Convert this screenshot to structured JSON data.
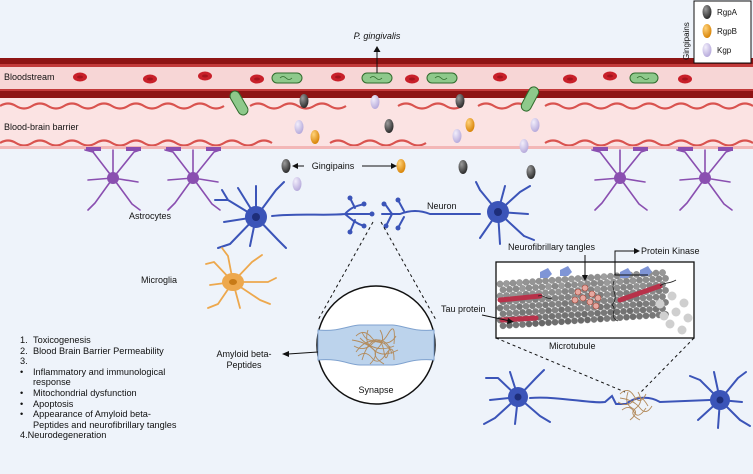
{
  "labels": {
    "pathogen": "P. gingivalis",
    "bloodstream": "Bloodstream",
    "bbb": "Blood-brain barrier",
    "gingipains": "Gingipains",
    "astrocytes": "Astrocytes",
    "neuron": "Neuron",
    "microglia": "Microglia",
    "nft": "Neurofibrillary tangles",
    "protein_kinase": "Protein Kinase",
    "tau": "Tau protein",
    "microtubule": "Microtubule",
    "amyloid_1": "Amyloid beta-",
    "amyloid_2": "Peptides",
    "synapse": "Synapse"
  },
  "legend": {
    "title": "Gingipains",
    "items": [
      {
        "label": "RgpA",
        "color": "#3f3f3f"
      },
      {
        "label": "RgpB",
        "color": "#e8960f"
      },
      {
        "label": "Kgp",
        "color": "#c9bfe6"
      }
    ]
  },
  "effects": [
    {
      "marker": "1.",
      "text": "Toxicogenesis"
    },
    {
      "marker": "2.",
      "text": "Blood Brain Barrier Permeability"
    },
    {
      "marker": "3.",
      "text": ""
    },
    {
      "marker": "•",
      "text": "Inflammatory and immunological",
      "cont": "response"
    },
    {
      "marker": "•",
      "text": "Mitochondrial dysfunction"
    },
    {
      "marker": "•",
      "text": "Apoptosis"
    },
    {
      "marker": "•",
      "text": "Appearance of Amyloid beta-",
      "cont": "Peptides and neurofibrillary tangles"
    },
    {
      "marker": "",
      "text": "4.Neurodegeneration"
    }
  ],
  "colors": {
    "vessel_wall": "#8e1414",
    "blood_plasma": "#f7d6d6",
    "rbc": "#c8202a",
    "bacterium": "#8ec98b",
    "brain_bg": "#eef3fa",
    "neuron": "#3b54b8",
    "astrocyte": "#8a4fb0",
    "microglia": "#eda84d",
    "amyloid": "#b38b5c"
  }
}
